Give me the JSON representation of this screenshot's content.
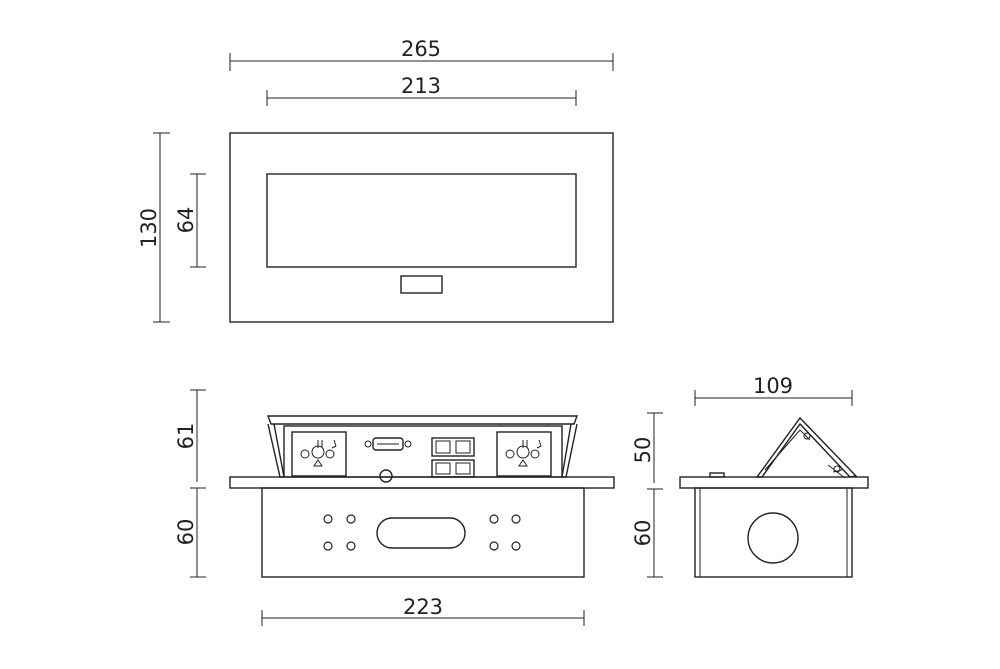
{
  "dimensions": {
    "top_view_outer_width": "265",
    "top_view_inner_width": "213",
    "top_view_outer_height": "130",
    "top_view_inner_height": "64",
    "front_lid_height": "61",
    "front_body_height": "60",
    "front_body_width": "223",
    "side_width": "109",
    "side_lid_height": "50",
    "side_body_height": "60"
  },
  "colors": {
    "line": "#222222",
    "background": "#ffffff"
  }
}
